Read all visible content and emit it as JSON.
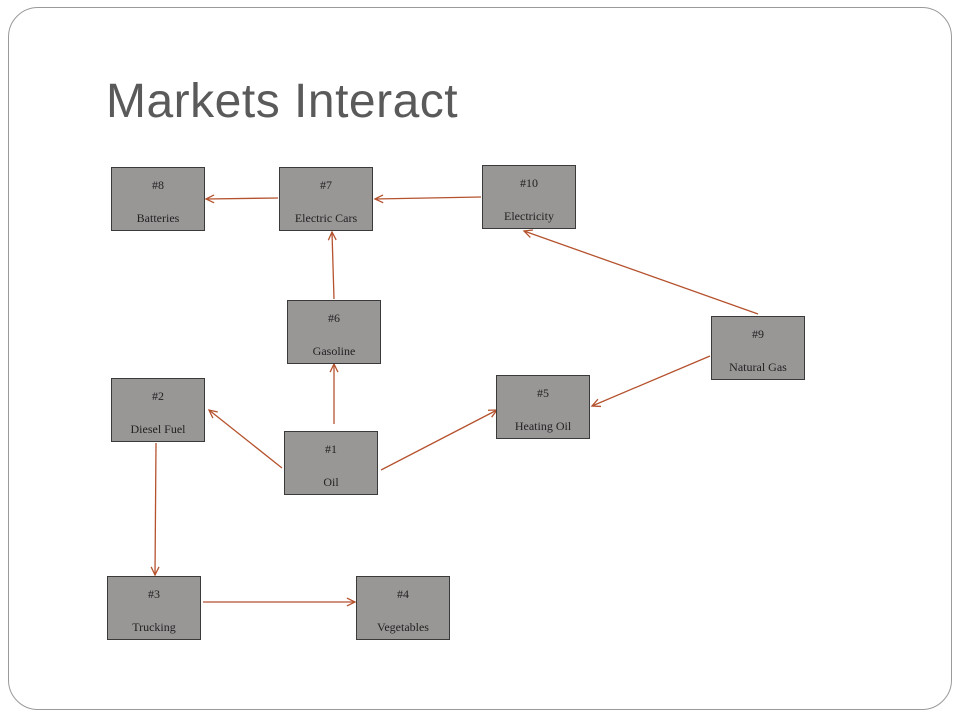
{
  "slide": {
    "title": "Markets Interact"
  },
  "diagram": {
    "nodes": [
      {
        "id": "n8",
        "number": "#8",
        "label": "Batteries"
      },
      {
        "id": "n7",
        "number": "#7",
        "label": "Electric Cars"
      },
      {
        "id": "n10",
        "number": "#10",
        "label": "Electricity"
      },
      {
        "id": "n6",
        "number": "#6",
        "label": "Gasoline"
      },
      {
        "id": "n9",
        "number": "#9",
        "label": "Natural Gas"
      },
      {
        "id": "n2",
        "number": "#2",
        "label": "Diesel Fuel"
      },
      {
        "id": "n5",
        "number": "#5",
        "label": "Heating Oil"
      },
      {
        "id": "n1",
        "number": "#1",
        "label": "Oil"
      },
      {
        "id": "n3",
        "number": "#3",
        "label": "Trucking"
      },
      {
        "id": "n4",
        "number": "#4",
        "label": "Vegetables"
      }
    ],
    "edges": [
      {
        "from": "n1",
        "to": "n6"
      },
      {
        "from": "n1",
        "to": "n2"
      },
      {
        "from": "n1",
        "to": "n5"
      },
      {
        "from": "n6",
        "to": "n7"
      },
      {
        "from": "n7",
        "to": "n8"
      },
      {
        "from": "n10",
        "to": "n7"
      },
      {
        "from": "n9",
        "to": "n10"
      },
      {
        "from": "n9",
        "to": "n5"
      },
      {
        "from": "n2",
        "to": "n3"
      },
      {
        "from": "n3",
        "to": "n4"
      }
    ],
    "edge_color": "#b5522e"
  }
}
